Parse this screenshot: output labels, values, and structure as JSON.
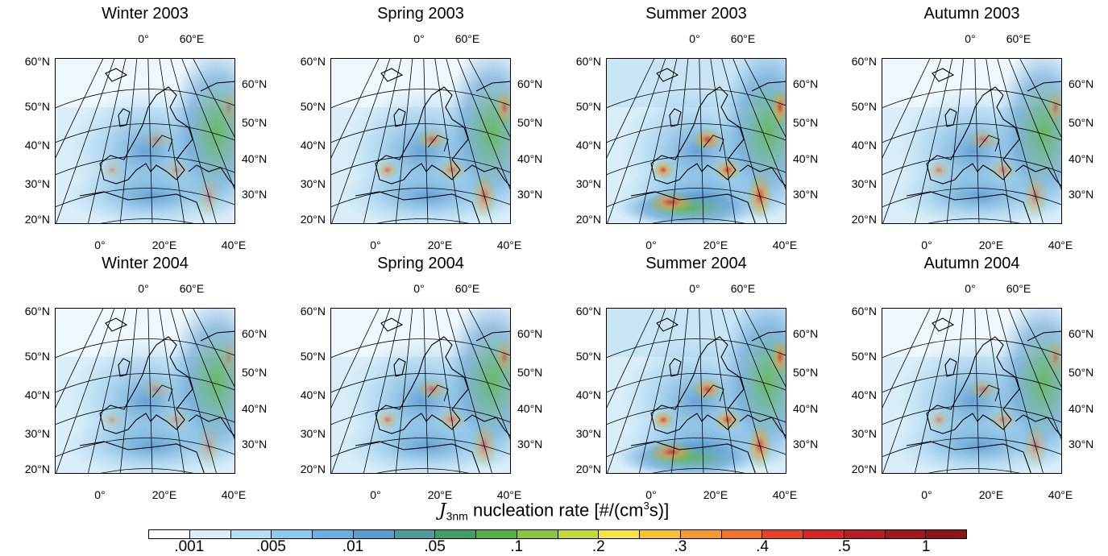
{
  "panels": [
    {
      "title": "Winter 2003",
      "intensity": 0.35,
      "summer": false
    },
    {
      "title": "Spring 2003",
      "intensity": 0.65,
      "summer": false
    },
    {
      "title": "Summer 2003",
      "intensity": 0.9,
      "summer": true
    },
    {
      "title": "Autumn 2003",
      "intensity": 0.55,
      "summer": false
    },
    {
      "title": "Winter 2004",
      "intensity": 0.35,
      "summer": false
    },
    {
      "title": "Spring 2004",
      "intensity": 0.6,
      "summer": false
    },
    {
      "title": "Summer 2004",
      "intensity": 0.85,
      "summer": true
    },
    {
      "title": "Autumn 2004",
      "intensity": 0.5,
      "summer": false
    }
  ],
  "axis_labels": {
    "lat_left": [
      "60°N",
      "50°N",
      "40°N",
      "30°N",
      "20°N"
    ],
    "lat_right": [
      "60°N",
      "50°N",
      "40°N",
      "30°N"
    ],
    "lon_top": [
      "0°",
      "60°E"
    ],
    "lon_bottom": [
      "0°",
      "20°E",
      "40°E"
    ]
  },
  "colorbar": {
    "title_symbol": "J",
    "title_subscript": "3nm",
    "title_text": " nucleation rate [#/(cm",
    "title_superscript": "3",
    "title_end": "s)]",
    "colors": [
      "#ffffff",
      "#d9eef9",
      "#b6def4",
      "#8ccbee",
      "#6aafe0",
      "#5b9bd0",
      "#4f9b9b",
      "#3f9e6a",
      "#55b04a",
      "#8cc63f",
      "#c3d83a",
      "#f2e44a",
      "#f7c23a",
      "#f49a33",
      "#ef742c",
      "#e4442a",
      "#d3272a",
      "#b71e24",
      "#a0191f",
      "#8b151b"
    ],
    "tick_labels": [
      ".001",
      ".005",
      ".01",
      ".05",
      ".1",
      ".2",
      ".3",
      ".4",
      ".5",
      "1"
    ]
  }
}
